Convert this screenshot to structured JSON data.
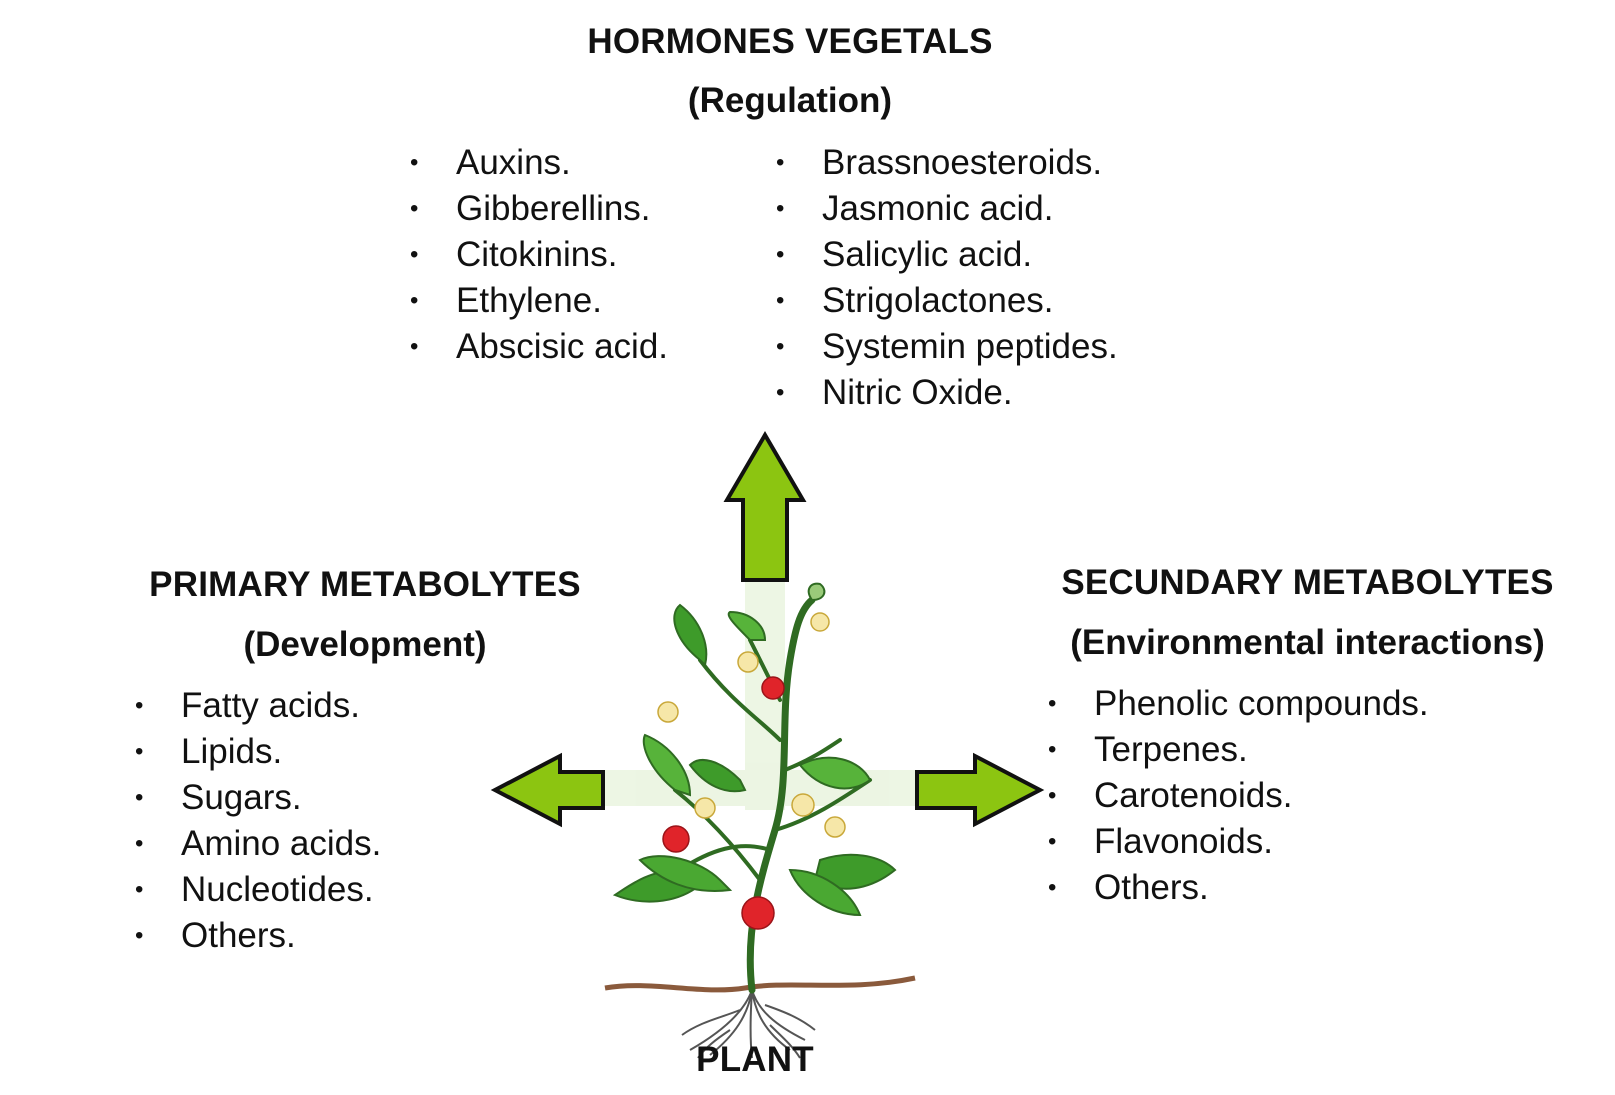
{
  "colors": {
    "arrow_fill": "#8CC511",
    "arrow_stroke": "#111111",
    "leaf": "#3E9B2A",
    "leaf_light": "#7CC84A",
    "stem": "#2F6B22",
    "fruit": "#E0242A",
    "flower": "#F6E7A8",
    "soil": "#8A5A3C",
    "root": "#555555"
  },
  "top_group": {
    "title": "HORMONES VEGETALS",
    "subtitle": "(Regulation)",
    "col1": [
      "Auxins.",
      "Gibberellins.",
      "Citokinins.",
      "Ethylene.",
      "Abscisic acid."
    ],
    "col2": [
      "Brassnoesteroids.",
      "Jasmonic acid.",
      "Salicylic acid.",
      "Strigolactones.",
      "Systemin peptides.",
      "Nitric Oxide."
    ]
  },
  "left_group": {
    "title": "PRIMARY METABOLYTES",
    "subtitle": "(Development)",
    "items": [
      "Fatty acids.",
      "Lipids.",
      "Sugars.",
      "Amino acids.",
      "Nucleotides.",
      "Others."
    ]
  },
  "right_group": {
    "title": "SECUNDARY METABOLYTES",
    "subtitle": "(Environmental interactions)",
    "items": [
      "Phenolic compounds.",
      "Terpenes.",
      "Carotenoids.",
      "Flavonoids.",
      "Others."
    ]
  },
  "bullet": "•",
  "center_label": "PLANT"
}
